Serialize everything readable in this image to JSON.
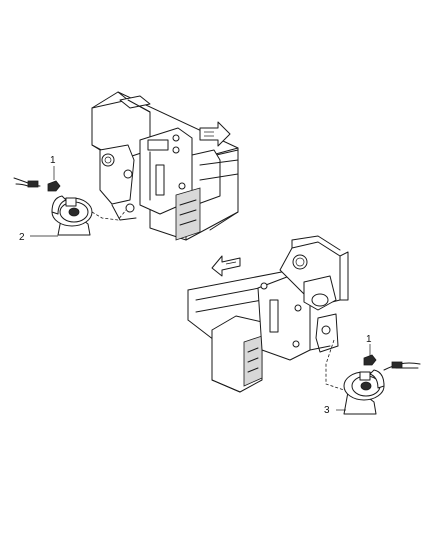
{
  "callouts": [
    {
      "id": "c1a",
      "label": "1"
    },
    {
      "id": "c2",
      "label": "2"
    },
    {
      "id": "c1b",
      "label": "1"
    },
    {
      "id": "c3",
      "label": "3"
    }
  ],
  "colors": {
    "line": "#1a1a1a",
    "background": "#ffffff",
    "shade": "#d8d8d8"
  },
  "icons": [
    "front-arrow-icon",
    "front-arrow-icon"
  ]
}
